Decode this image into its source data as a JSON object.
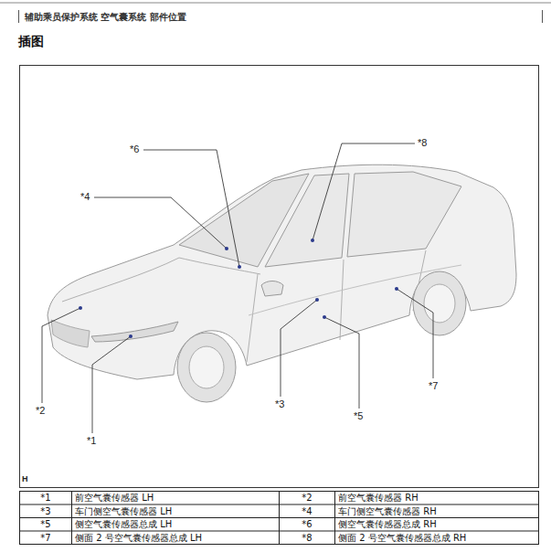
{
  "diagram": {
    "title": "插图",
    "labels": [
      "辅助乘员保护系统 空气囊系统 部件位置",
      "*6",
      "*8",
      "*4",
      "*2",
      "*1",
      "*3",
      "*5",
      "*7",
      "H",
      "*1",
      "前空气囊传感器 LH",
      "*2",
      "前空气囊传感器 RH",
      "*3",
      "车门侧空气囊传感器 LH",
      "*4",
      "车门侧空气囊传感器 RH",
      "*5",
      "侧空气囊传感器总成 LH",
      "*6",
      "侧空气囊传感器总成 RH",
      "*7",
      "侧面 2 号空气囊传感器总成 LH",
      "*8",
      "侧面 2 号空气囊传感器总成 RH"
    ]
  }
}
